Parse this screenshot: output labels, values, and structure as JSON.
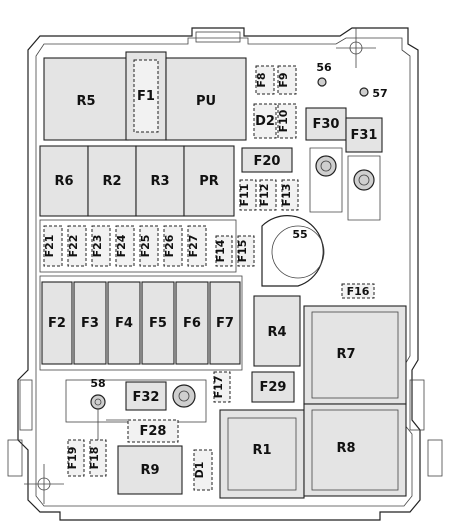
{
  "labels": {
    "R5": "R5",
    "F1": "F1",
    "PU": "PU",
    "F8": "F8",
    "F9": "F9",
    "s56": "56",
    "s57": "57",
    "D2": "D2",
    "F10": "F10",
    "F30": "F30",
    "F31": "F31",
    "R6": "R6",
    "R2": "R2",
    "R3": "R3",
    "PR": "PR",
    "F20": "F20",
    "F11": "F11",
    "F12": "F12",
    "F13": "F13",
    "F21": "F21",
    "F22": "F22",
    "F23": "F23",
    "F24": "F24",
    "F25": "F25",
    "F26": "F26",
    "F27": "F27",
    "F14": "F14",
    "F15": "F15",
    "s55": "55",
    "F16": "F16",
    "F2": "F2",
    "F3": "F3",
    "F4": "F4",
    "F5": "F5",
    "F6": "F6",
    "F7": "F7",
    "R4": "R4",
    "R7": "R7",
    "s58": "58",
    "F32": "F32",
    "F17": "F17",
    "F29": "F29",
    "F28": "F28",
    "R1": "R1",
    "R8": "R8",
    "F19": "F19",
    "F18": "F18",
    "R9": "R9",
    "D1": "D1"
  }
}
